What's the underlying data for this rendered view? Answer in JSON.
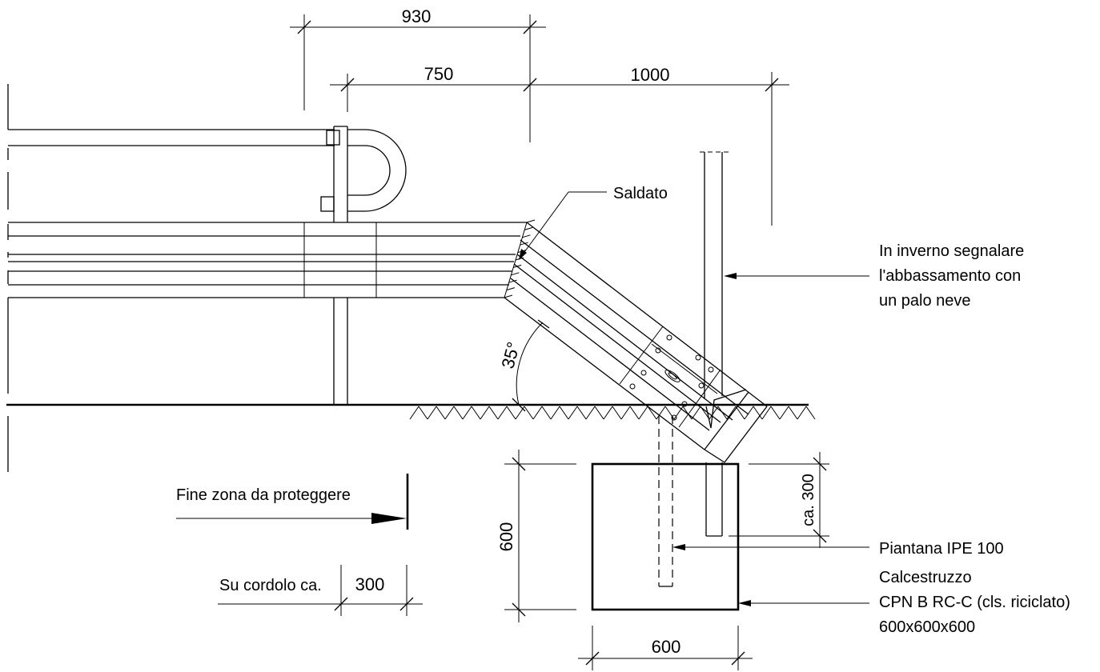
{
  "dimensions": {
    "top_overall": "930",
    "top_inner": "750",
    "top_right": "1000",
    "angle": "35°",
    "cordolo_label": "Su cordolo ca.",
    "cordolo_value": "300",
    "foundation_height": "600",
    "foundation_width": "600",
    "embedment": "ca. 300"
  },
  "labels": {
    "saldato": "Saldato",
    "winter_note": [
      "In inverno segnalare",
      "l'abbassamento con",
      "un palo neve"
    ],
    "fine_zona": "Fine zona da proteggere",
    "piantana": "Piantana IPE 100",
    "concrete": [
      "Calcestruzzo",
      "CPN B RC-C (cls. riciclato)",
      "600x600x600"
    ]
  }
}
